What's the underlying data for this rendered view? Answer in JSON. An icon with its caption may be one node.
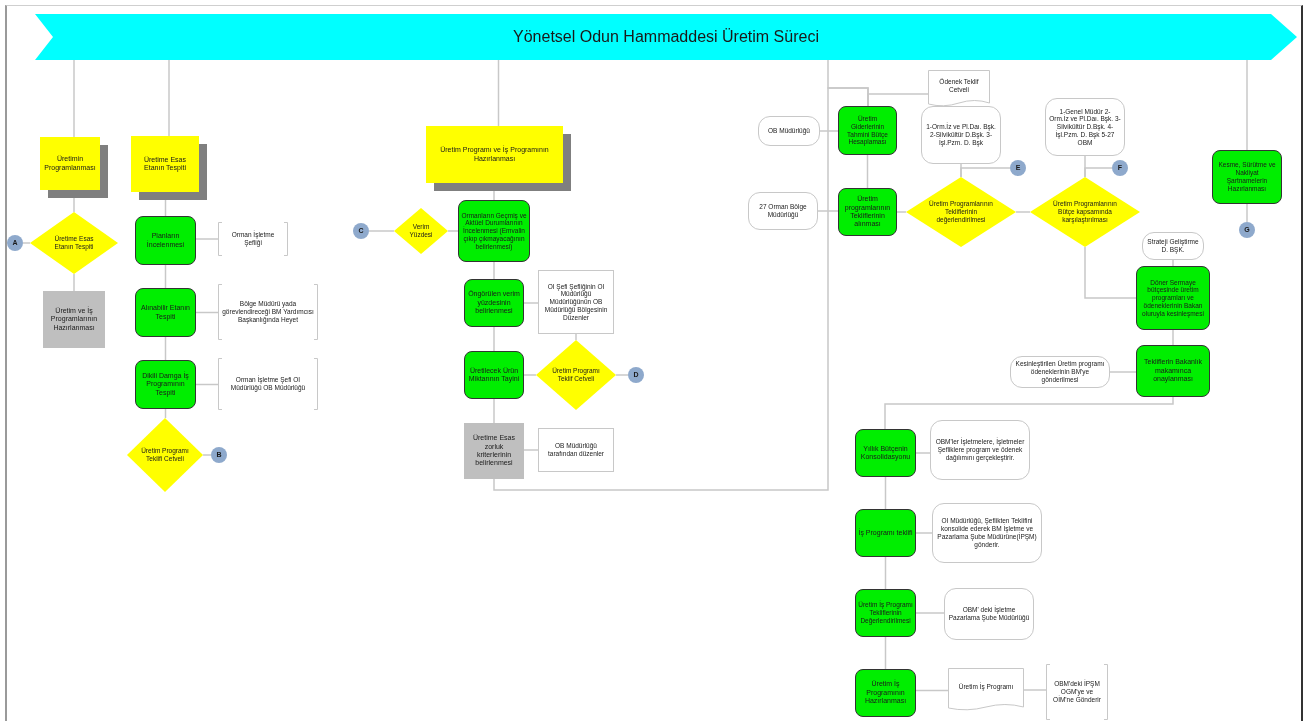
{
  "diagram": {
    "nodes": [
      {
        "text": [
          "Yönetsel Odun Hammaddesi Üretim Süreci"
        ]
      },
      {
        "text": [
          "Üretimin Programlanması"
        ]
      },
      {
        "text": [
          "Üretime Esas Etanın Tespiti"
        ]
      },
      {
        "text": [
          "Üretime Esas Etanın Tespiti"
        ]
      },
      {
        "text": [
          "A"
        ]
      },
      {
        "text": [
          "Üretim ve İş Programlarının Hazırlanması"
        ]
      },
      {
        "text": [
          "Planların İncelenmesi"
        ]
      },
      {
        "text": [
          "Orman İşletme Şefliği"
        ]
      },
      {
        "text": [
          "Alınabilir Etanın Tespiti"
        ]
      },
      {
        "text": [
          "Bölge Müdürü yada görevlendireceği BM Yardımcısı Başkanlığında Heyet"
        ]
      },
      {
        "text": [
          "Dikili Damga İş Programının Tespiti"
        ]
      },
      {
        "text": [
          "Orman İşletme Şefi OI Müdürlüğü OB Müdürlüğü"
        ]
      },
      {
        "text": [
          "Üretim Programı Teklifi Cetveli"
        ]
      },
      {
        "text": [
          "B"
        ]
      },
      {
        "text": [
          "Üretim Programı ve İş Programının Hazırlanması"
        ]
      },
      {
        "text": [
          "Verim Yüzdesi"
        ]
      },
      {
        "text": [
          "C"
        ]
      },
      {
        "text": [
          "Ormanların Geçmiş ve Aktüel Durumlarının İncelenmesi (Emvalin çıkıp çıkmayacağının belirlenmesi)"
        ]
      },
      {
        "text": [
          "Öngörülen verim yüzdesinin belirlenmesi"
        ]
      },
      {
        "text": [
          "OI Şefi Şefliğinin OI Müdürlüğü Müdürlüğünün OB Müdürlüğü Bölgesinin Düzenler"
        ]
      },
      {
        "text": [
          "Üretilecek Ürün Miktarının Tayini"
        ]
      },
      {
        "text": [
          "Üretim Programı Teklif Cetveli"
        ]
      },
      {
        "text": [
          "D"
        ]
      },
      {
        "text": [
          "Üretime Esas zorluk kriterlerinin belirlenmesi"
        ]
      },
      {
        "text": [
          "OB Müdürlüğü tarafından düzenler"
        ]
      },
      {
        "text": [
          "Ödenek Teklif Cetveli"
        ]
      },
      {
        "text": [
          "OB Müdürlüğü"
        ]
      },
      {
        "text": [
          "Üretim Giderlerinin Tahmini Bütçe Hesaplaması"
        ]
      },
      {
        "text": [
          "27 Orman Bölge Müdürlüğü"
        ]
      },
      {
        "text": [
          "Üretim programlarının Tekliflerinin alınması"
        ]
      },
      {
        "text": [
          "1-Orm.İz ve Pl.Daı. Bşk. 2-Silvikültür D.Bşk. 3-İşl.Pzm. D. Bşk"
        ]
      },
      {
        "text": [
          "E"
        ]
      },
      {
        "text": [
          "Üretim Programlarının Tekliflerinin değerlendirilmesi"
        ]
      },
      {
        "text": [
          "1-Genel Müdür 2- Orm.İz ve Pl.Daı. Bşk. 3-Silvikültür D.Bşk. 4-İşl.Pzm. D. Bşk 5-27 OBM"
        ]
      },
      {
        "text": [
          "F"
        ]
      },
      {
        "text": [
          "Üretim Programlarının Bütçe kapsamında karşılaştırılması"
        ]
      },
      {
        "text": [
          "Strateji Geliştirme D. BŞK."
        ]
      },
      {
        "text": [
          "Döner Sermaye bütçesinde üretim programları ve ödeneklerinin Bakan oluruyla kesinleşmesi"
        ]
      },
      {
        "text": [
          "Kesinleştirilen Üretim programı ödeneklerinin BM'ye gönderilmesi"
        ]
      },
      {
        "text": [
          "Tekliflerin Bakanlık makamınca onaylanması"
        ]
      },
      {
        "text": [
          "Kesme, Sürütme ve Nakliyat Şartnamelerin Hazırlanması"
        ]
      },
      {
        "text": [
          "G"
        ]
      },
      {
        "text": [
          "Yıllık Bütçenin Konsolidasyonu"
        ]
      },
      {
        "text": [
          "OBM'ler İşletmelere, İşletmeler Şefliklere program ve ödenek dağılımını gerçekleştirir."
        ]
      },
      {
        "text": [
          "İş Programı teklifi"
        ]
      },
      {
        "text": [
          "OI Müdürlüğü, Şeflikten Teklifini konsolide ederek BM İşletme ve Pazarlama Şube Müdürüne(İPŞM) gönderir."
        ]
      },
      {
        "text": [
          "Üretim İş Programı Tekliflerinin Değerlendirilmesi"
        ]
      },
      {
        "text": [
          "OBM' deki İşletme Pazarlama Şube Müdürlüğü"
        ]
      },
      {
        "text": [
          "Üretim İş Programının Hazırlanması"
        ]
      },
      {
        "text": [
          "Üretim İş Programı"
        ]
      },
      {
        "text": [
          "OBM'deki İPŞM OGM'ye ve OİM'ne Gönderir"
        ]
      }
    ],
    "edges": [
      {
        "from": 0,
        "to": 1,
        "arrow": "none"
      },
      {
        "from": 1,
        "to": 3,
        "arrow": "none"
      },
      {
        "from": 3,
        "to": 4,
        "arrow": "none"
      },
      {
        "from": 3,
        "to": 5,
        "arrow": "none"
      },
      {
        "from": 0,
        "to": 2,
        "arrow": "none"
      },
      {
        "from": 2,
        "to": 6,
        "arrow": "none"
      },
      {
        "from": 6,
        "to": 7,
        "arrow": "none"
      },
      {
        "from": 6,
        "to": 8,
        "arrow": "none"
      },
      {
        "from": 8,
        "to": 9,
        "arrow": "none"
      },
      {
        "from": 8,
        "to": 10,
        "arrow": "none"
      },
      {
        "from": 10,
        "to": 11,
        "arrow": "none"
      },
      {
        "from": 10,
        "to": 12,
        "arrow": "none"
      },
      {
        "from": 12,
        "to": 13,
        "arrow": "none"
      },
      {
        "from": 0,
        "to": 14,
        "arrow": "none"
      },
      {
        "from": 14,
        "to": 17,
        "arrow": "none"
      },
      {
        "from": 16,
        "to": 15,
        "arrow": "none"
      },
      {
        "from": 15,
        "to": 17,
        "arrow": "none"
      },
      {
        "from": 17,
        "to": 18,
        "arrow": "none"
      },
      {
        "from": 18,
        "to": 19,
        "arrow": "none"
      },
      {
        "from": 18,
        "to": 20,
        "arrow": "none"
      },
      {
        "from": 19,
        "to": 21,
        "arrow": "none"
      },
      {
        "from": 20,
        "to": 21,
        "arrow": "none"
      },
      {
        "from": 21,
        "to": 22,
        "arrow": "none"
      },
      {
        "from": 20,
        "to": 23,
        "arrow": "none"
      },
      {
        "from": 23,
        "to": 24,
        "arrow": "none"
      },
      {
        "from": 0,
        "to": 27,
        "arrow": "none"
      },
      {
        "from": 23,
        "to": 27,
        "arrow": "none"
      },
      {
        "from": 25,
        "to": 27,
        "arrow": "none"
      },
      {
        "from": 26,
        "to": 27,
        "arrow": "none"
      },
      {
        "from": 27,
        "to": 29,
        "arrow": "none"
      },
      {
        "from": 28,
        "to": 29,
        "arrow": "none"
      },
      {
        "from": 29,
        "to": 32,
        "arrow": "none"
      },
      {
        "from": 30,
        "to": 32,
        "arrow": "none"
      },
      {
        "from": 31,
        "to": 32,
        "arrow": "none"
      },
      {
        "from": 32,
        "to": 35,
        "arrow": "none"
      },
      {
        "from": 33,
        "to": 35,
        "arrow": "none"
      },
      {
        "from": 34,
        "to": 35,
        "arrow": "none"
      },
      {
        "from": 35,
        "to": 37,
        "arrow": "none"
      },
      {
        "from": 36,
        "to": 37,
        "arrow": "none"
      },
      {
        "from": 37,
        "to": 39,
        "arrow": "none"
      },
      {
        "from": 38,
        "to": 39,
        "arrow": "none"
      },
      {
        "from": 39,
        "to": 42,
        "arrow": "none"
      },
      {
        "from": 0,
        "to": 40,
        "arrow": "none"
      },
      {
        "from": 40,
        "to": 41,
        "arrow": "none"
      },
      {
        "from": 42,
        "to": 43,
        "arrow": "none"
      },
      {
        "from": 42,
        "to": 44,
        "arrow": "none"
      },
      {
        "from": 44,
        "to": 45,
        "arrow": "none"
      },
      {
        "from": 44,
        "to": 46,
        "arrow": "none"
      },
      {
        "from": 46,
        "to": 47,
        "arrow": "none"
      },
      {
        "from": 46,
        "to": 48,
        "arrow": "none"
      },
      {
        "from": 48,
        "to": 49,
        "arrow": "none"
      },
      {
        "from": 49,
        "to": 50,
        "arrow": "none"
      }
    ]
  }
}
